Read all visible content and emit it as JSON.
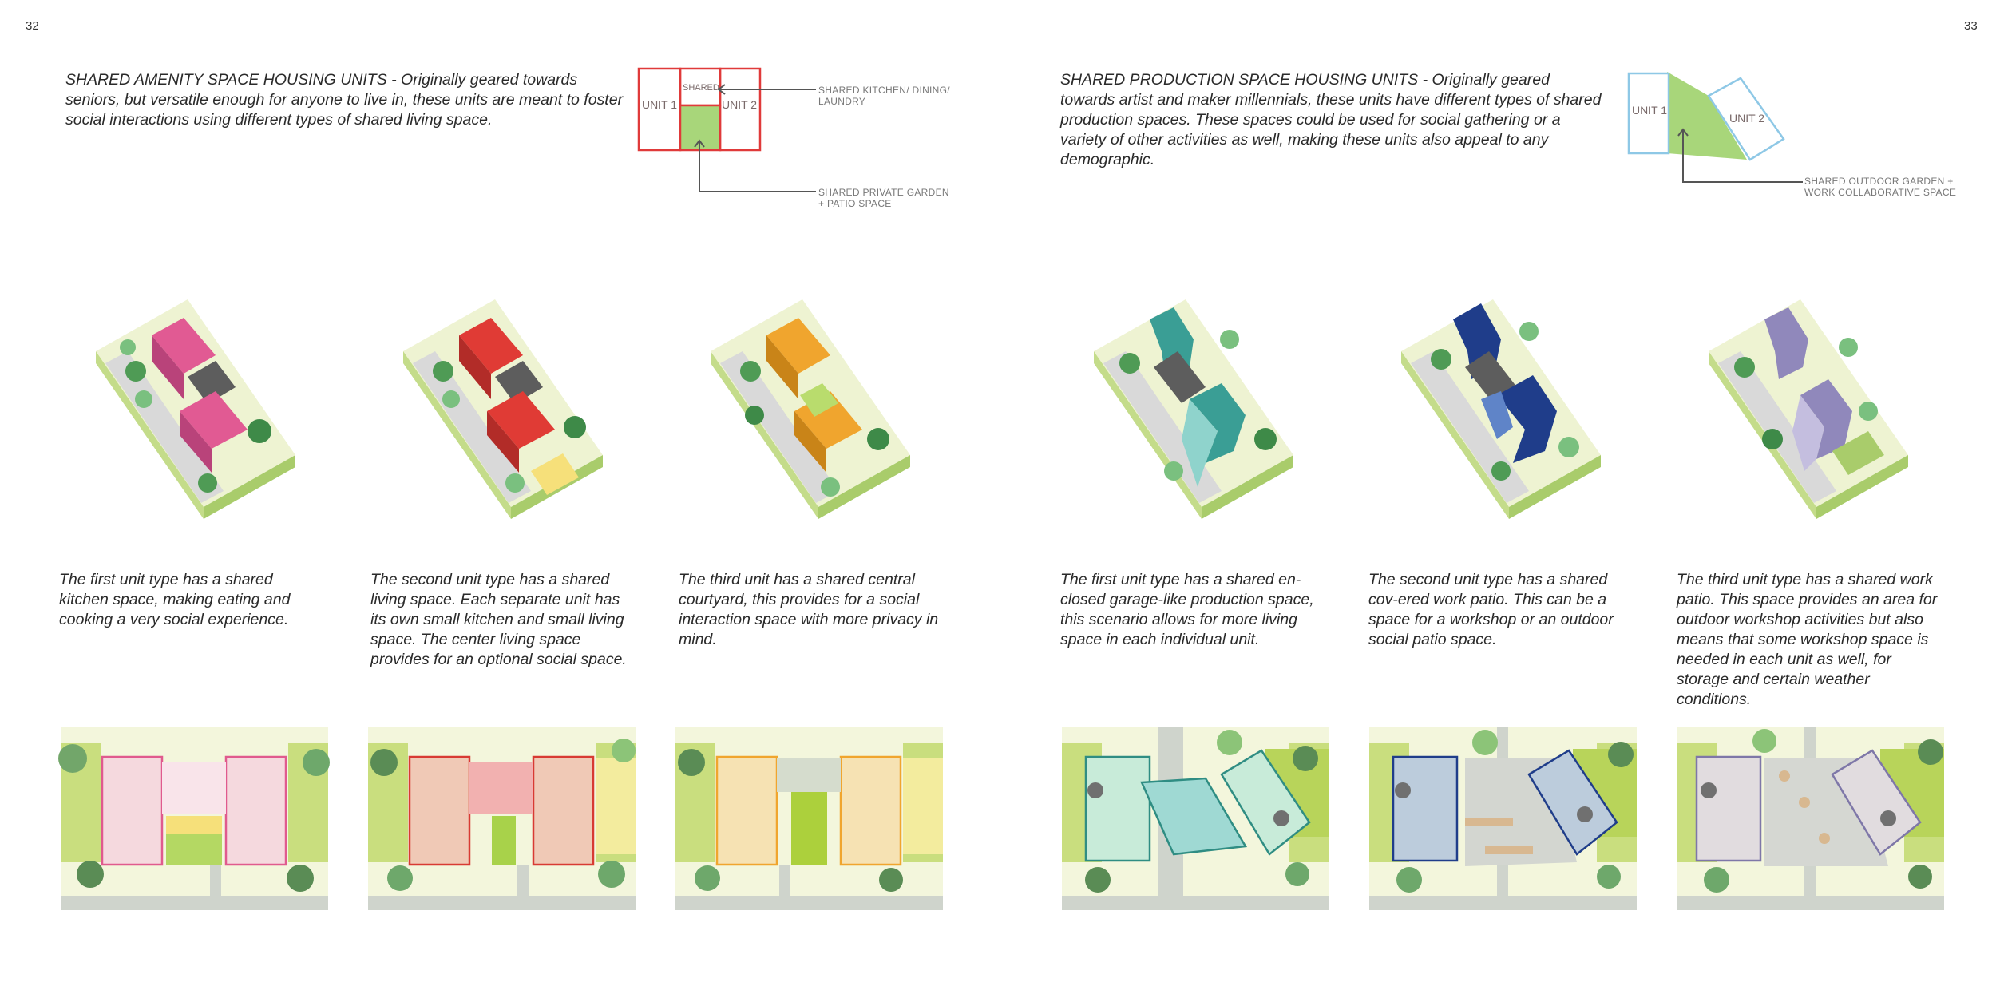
{
  "pages": {
    "left": "32",
    "right": "33"
  },
  "left_section": {
    "heading": "SHARED AMENITY SPACE HOUSING UNITS - Originally geared towards seniors, but versatile enough for anyone to live in, these units are meant to foster social interactions using different types of shared living space.",
    "diagram": {
      "unit1": "UNIT 1",
      "shared": "SHARED",
      "unit2": "UNIT 2",
      "label_kitchen": "SHARED KITCHEN/ DINING/ LAUNDRY",
      "label_garden": "SHARED PRIVATE GARDEN + PATIO SPACE",
      "color": "#e03a3a"
    },
    "captions": [
      "The first unit type has a shared kitchen space, making eating and cooking a very social experience.",
      "The second unit type has a shared living space.  Each separate unit has its own small kitchen and small living space. The center living space provides for an optional social space.",
      "The third unit has a shared central courtyard, this provides for a social interaction space with more privacy in mind."
    ],
    "unit_colors": [
      "#e15a93",
      "#e03b35",
      "#f0a52e"
    ]
  },
  "right_section": {
    "heading": "SHARED PRODUCTION SPACE HOUSING UNITS - Originally geared towards artist and maker millennials, these units have different types of shared production spaces.  These spaces could be used for social gathering or a variety of other activities as well, making these units also appeal to any demographic.",
    "diagram": {
      "unit1": "UNIT 1",
      "unit2": "UNIT 2",
      "label_outdoor": "SHARED OUTDOOR GARDEN + WORK COLLABORATIVE SPACE",
      "color": "#8ec8e6"
    },
    "captions": [
      "The first unit type has a shared en-closed garage-like production space, this scenario allows for more living space in each individual unit.",
      "The second unit type has a shared cov-ered work patio.  This can be a space for a workshop or an outdoor social patio space.",
      "The third unit type has a shared work patio.  This space provides an area for outdoor workshop activities but also means that some workshop space is needed in each unit as well, for storage and certain weather conditions."
    ],
    "unit_colors": [
      "#3a9e95",
      "#1f3d8a",
      "#9088bb"
    ]
  }
}
